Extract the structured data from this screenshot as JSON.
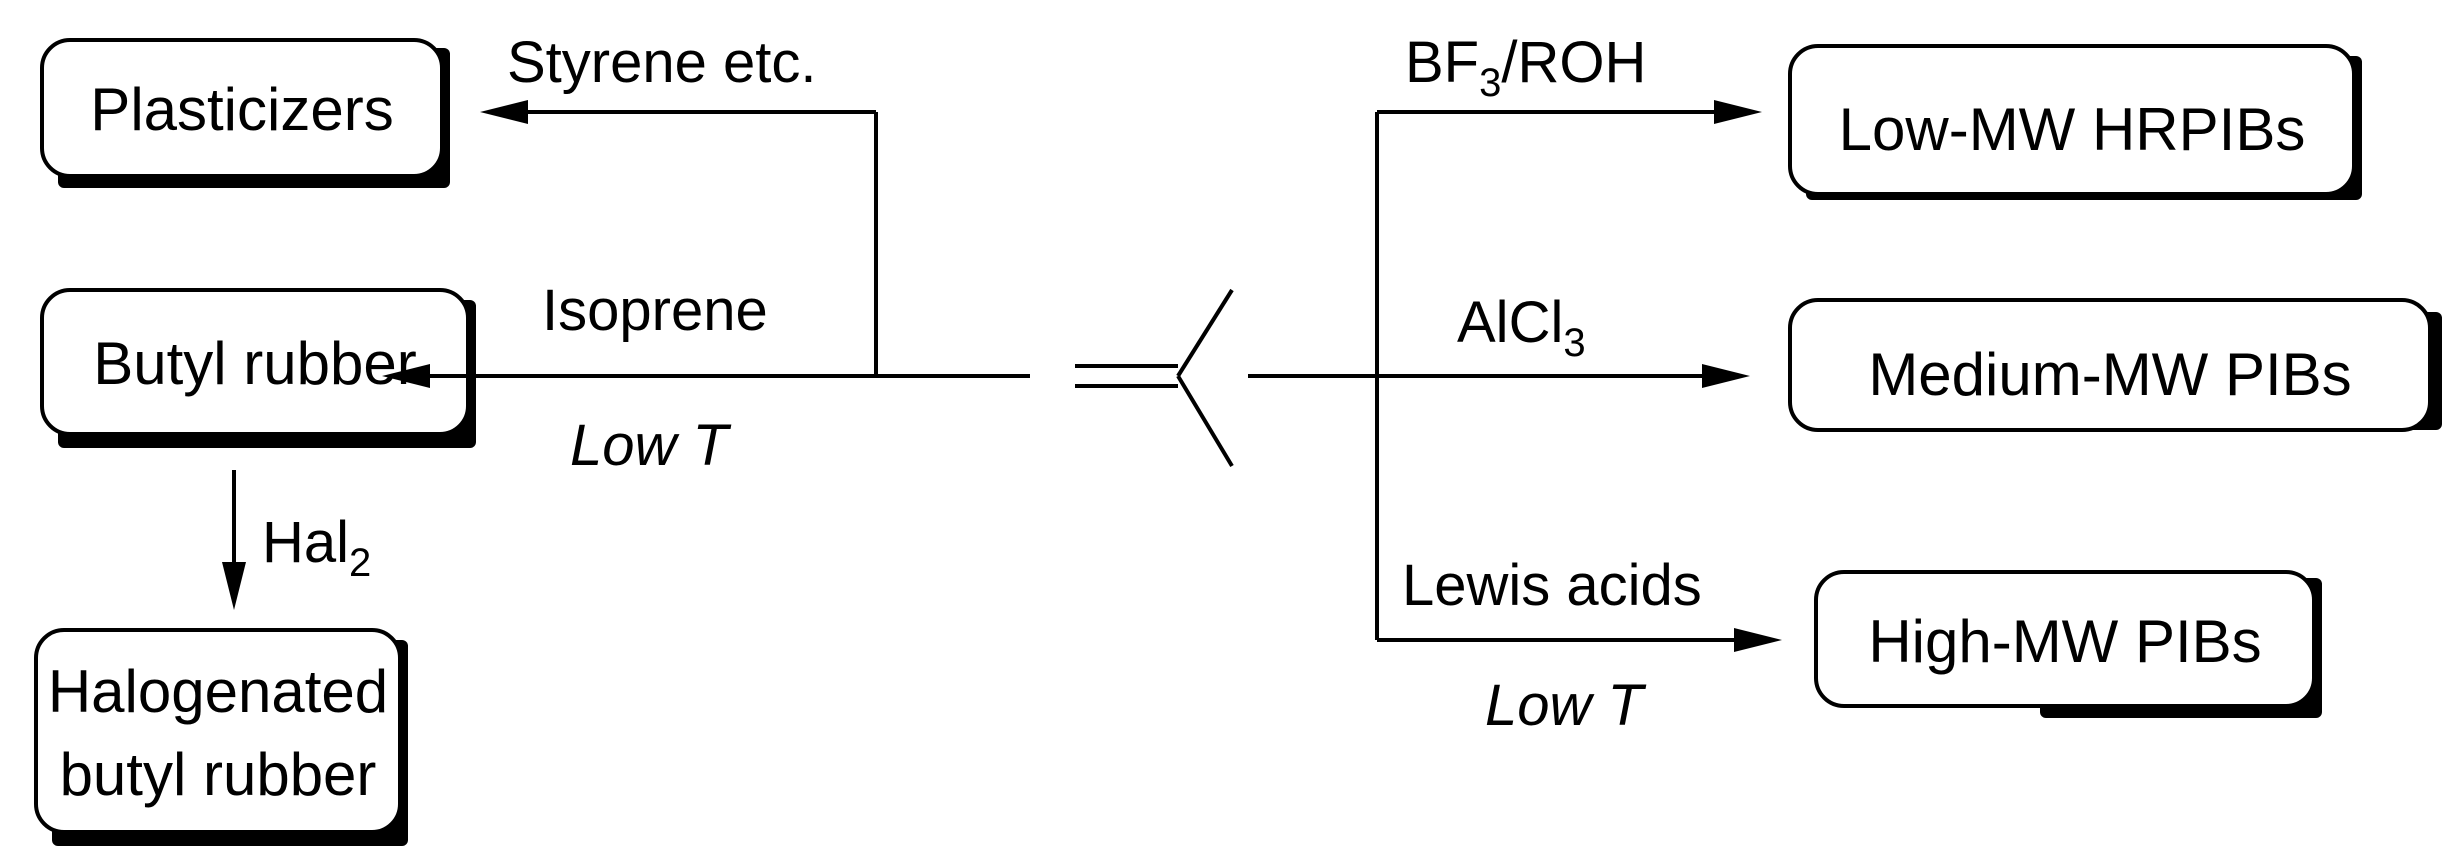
{
  "center": {
    "molecule_icon": "isobutylene-skeletal-structure"
  },
  "products": {
    "plasticizers": "Plasticizers",
    "butyl_rubber": "Butyl rubber",
    "halogenated_line1": "Halogenated",
    "halogenated_line2": "butyl rubber",
    "low_mw": "Low-MW HRPIBs",
    "medium_mw": "Medium-MW PIBs",
    "high_mw": "High-MW PIBs"
  },
  "conditions": {
    "styrene": "Styrene etc.",
    "isoprene": "Isoprene",
    "low_t_left": "Low T",
    "hal_base": "Hal",
    "hal_sub": "2",
    "bf3_base": "BF",
    "bf3_sub": "3",
    "bf3_rest": "/ROH",
    "alcl_base": "AlCl",
    "alcl_sub": "3",
    "lewis": "Lewis acids",
    "low_t_right": "Low T"
  }
}
